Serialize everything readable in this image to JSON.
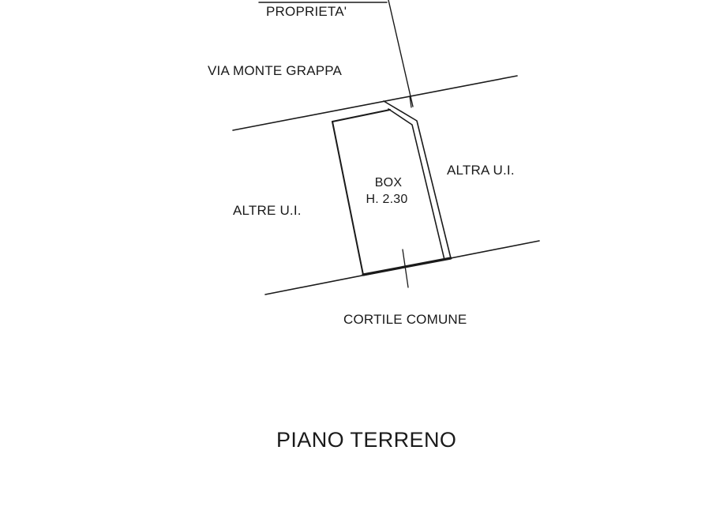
{
  "labels": {
    "proprieta": "PROPRIETA'",
    "via": "VIA MONTE GRAPPA",
    "box_line1": "BOX",
    "box_line2": "H. 2.30",
    "altra_ui": "ALTRA U.I.",
    "altre_ui": "ALTRE U.I.",
    "cortile": "CORTILE COMUNE",
    "piano": "PIANO TERRENO"
  },
  "colors": {
    "ink": "#1a1a1a",
    "background": "#ffffff"
  }
}
